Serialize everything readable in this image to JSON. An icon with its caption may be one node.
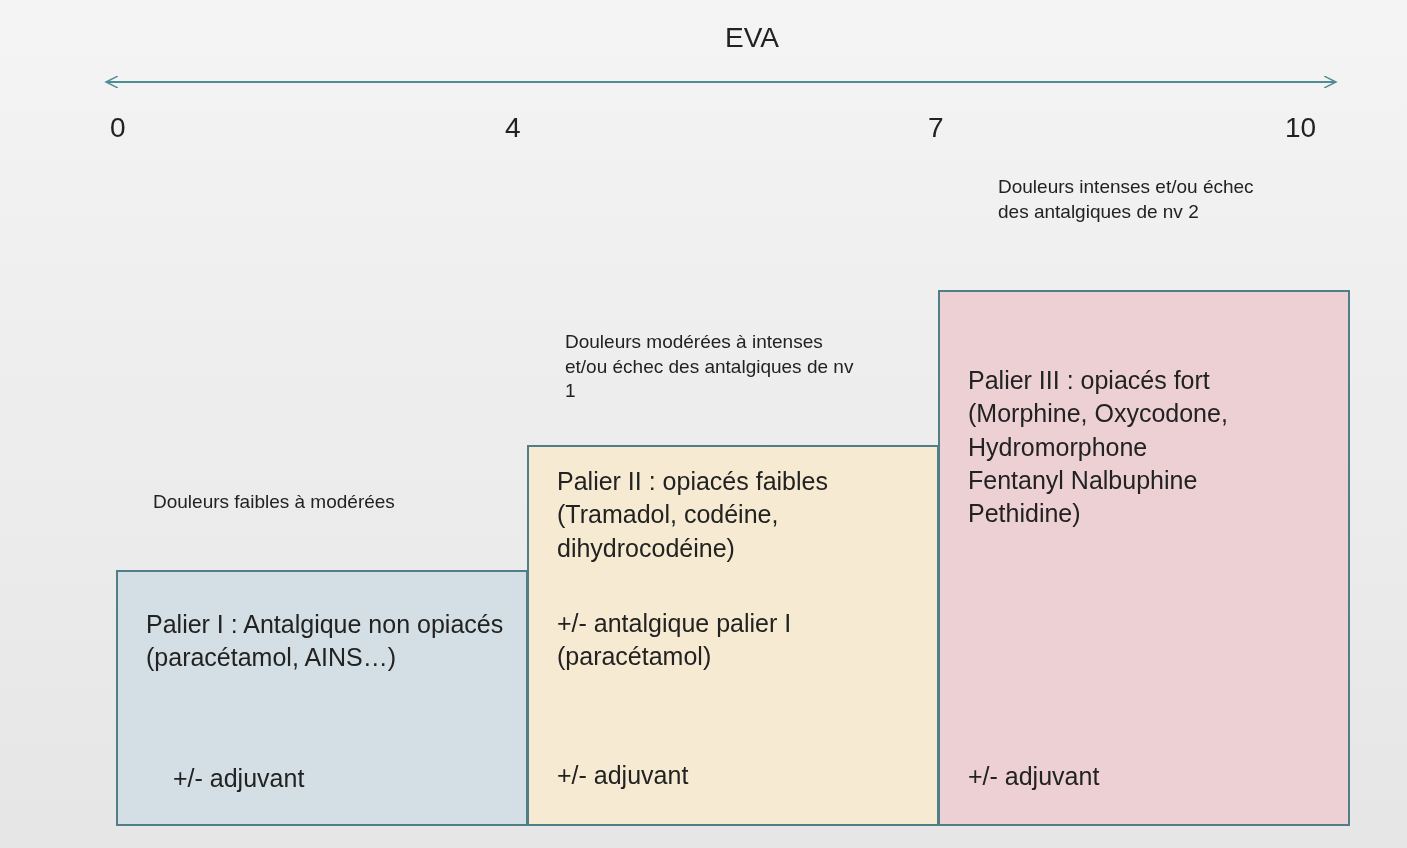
{
  "diagram": {
    "nodes": [
      {
        "text": [
          "Palier I : Antalgique non opiacés (paracétamol, AINS…)",
          "+/- adjuvant"
        ],
        "beside": [
          "Douleurs faibles à modérées"
        ]
      },
      {
        "text": [
          "Palier II : opiacés faibles (Tramadol, codéine, dihydrocodéine)",
          "+/- antalgique palier I (paracétamol)",
          "+/- adjuvant"
        ],
        "beside": [
          "Douleurs modérées à intenses et/ou échec des antalgiques de nv 1"
        ]
      },
      {
        "text": [
          "Palier III : opiacés fort (Morphine, Oxycodone, Hydromorphone Fentanyl Nalbuphine Pethidine)",
          "+/- adjuvant"
        ],
        "beside": [
          "Douleurs intenses et/ou échec des antalgiques de nv 2"
        ]
      }
    ],
    "labels": [
      "EVA",
      "0",
      "4",
      "7",
      "10"
    ]
  }
}
